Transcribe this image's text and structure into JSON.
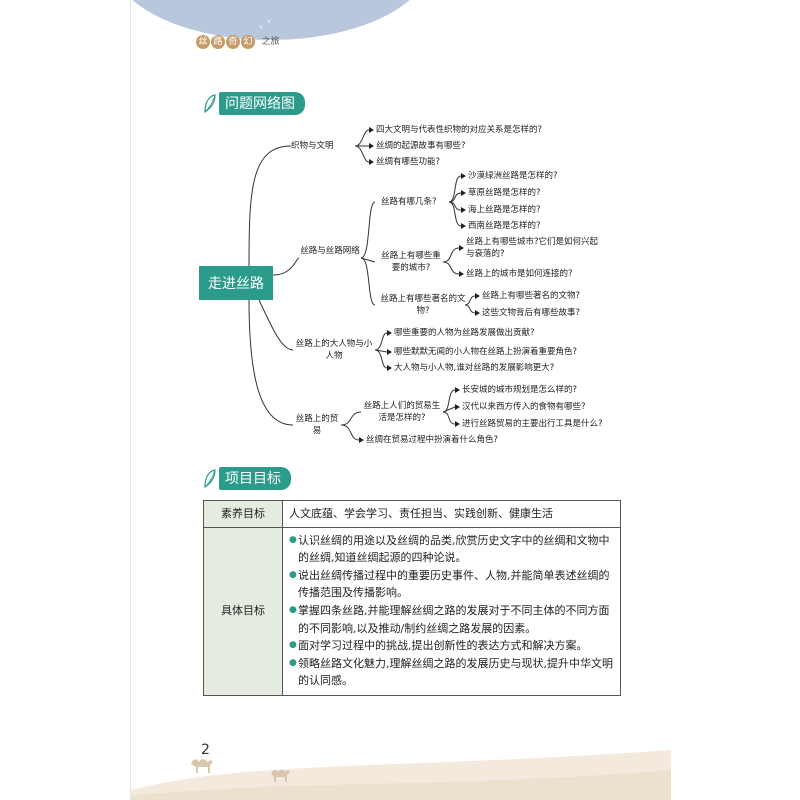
{
  "header": {
    "series_beads": [
      "丝",
      "路",
      "奇",
      "幻"
    ],
    "series_tail": "之旅"
  },
  "sections": {
    "network_title": "问题网络图",
    "goals_title": "项目目标"
  },
  "mindmap": {
    "center": "走进丝路",
    "branches": [
      {
        "label": "织物与文明",
        "questions": [
          "四大文明与代表性织物的对应关系是怎样的?",
          "丝绸的起源故事有哪些?",
          "丝绸有哪些功能?"
        ]
      },
      {
        "label": "丝路与丝路网络",
        "subs": [
          {
            "label": "丝路有哪几条?",
            "questions": [
              "沙漠绿洲丝路是怎样的?",
              "草原丝路是怎样的?",
              "海上丝路是怎样的?",
              "西南丝路是怎样的?"
            ]
          },
          {
            "label": "丝路上有哪些重要的城市?",
            "questions": [
              "丝路上有哪些城市?它们是如何兴起与衰落的?",
              "丝路上的城市是如何连接的?"
            ]
          },
          {
            "label": "丝路上有哪些著名的文物?",
            "questions": [
              "丝路上有哪些著名的文物?",
              "这些文物背后有哪些故事?"
            ]
          }
        ]
      },
      {
        "label": "丝路上的大人物与小人物",
        "questions": [
          "哪些重要的人物为丝路发展做出贡献?",
          "哪些默默无闻的小人物在丝路上扮演着重要角色?",
          "大人物与小人物,谁对丝路的发展影响更大?"
        ]
      },
      {
        "label": "丝路上的贸易",
        "subs": [
          {
            "label": "丝路上人们的贸易生活是怎样的?",
            "questions": [
              "长安城的城市规划是怎么样的?",
              "汉代以来西方传入的食物有哪些?",
              "进行丝路贸易的主要出行工具是什么?"
            ]
          }
        ],
        "questions": [
          "丝绸在贸易过程中扮演着什么角色?"
        ]
      }
    ]
  },
  "goals_table": {
    "row1_label": "素养目标",
    "row1_value": "人文底蕴、学会学习、责任担当、实践创新、健康生活",
    "row2_label": "具体目标",
    "items": [
      "认识丝绸的用途以及丝绸的品类,欣赏历史文字中的丝绸和文物中的丝绸,知道丝绸起源的四种论说。",
      "说出丝绸传播过程中的重要历史事件、人物,并能简单表述丝绸的传播范围及传播影响。",
      "掌握四条丝路,并能理解丝绸之路的发展对于不同主体的不同方面的不同影响,以及推动/制约丝绸之路发展的因素。",
      "面对学习过程中的挑战,提出创新性的表达方式和解决方案。",
      "领略丝路文化魅力,理解丝绸之路的发展历史与现状,提升中华文明的认同感。"
    ]
  },
  "page_number": "2",
  "colors": {
    "accent": "#2b9b8b",
    "label_bg": "#e4ece0",
    "top_arc": "#b9c7dd",
    "bead": "#c69c68",
    "dune": "#f1e6d8"
  }
}
